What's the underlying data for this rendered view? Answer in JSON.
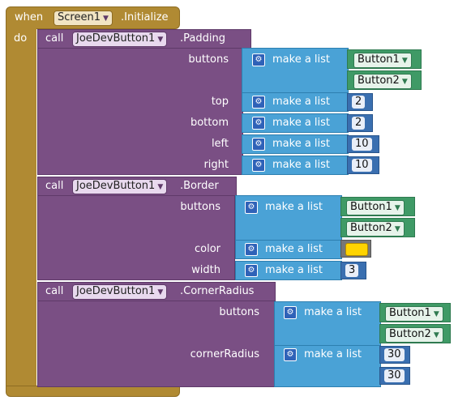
{
  "event": {
    "when_label": "when",
    "component": "Screen1",
    "event_name": ".Initialize",
    "do_label": "do"
  },
  "call_label": "call",
  "calls": [
    {
      "component": "JoeDevButton1",
      "method": ".Padding",
      "params": {
        "buttons": "buttons",
        "top": "top",
        "bottom": "bottom",
        "left": "left",
        "right": "right"
      },
      "values": {
        "button1": "Button1",
        "button2": "Button2",
        "top": "2",
        "bottom": "2",
        "left": "10",
        "right": "10"
      }
    },
    {
      "component": "JoeDevButton1",
      "method": ".Border",
      "params": {
        "buttons": "buttons",
        "color": "color",
        "width": "width"
      },
      "values": {
        "button1": "Button1",
        "button2": "Button2",
        "color": "#ffd400",
        "width": "3"
      }
    },
    {
      "component": "JoeDevButton1",
      "method": ".CornerRadius",
      "params": {
        "buttons": "buttons",
        "cornerRadius": "cornerRadius"
      },
      "values": {
        "button1": "Button1",
        "button2": "Button2",
        "radius1": "30",
        "radius2": "30"
      }
    }
  ],
  "make_list_label": "make a list",
  "icons": {
    "gear": "gear-icon",
    "dropdown": "chevron-down-icon"
  },
  "colors": {
    "event": "#b08a33",
    "procedure": "#7a4f84",
    "list": "#4aa2d6",
    "component": "#3f9a66",
    "number": "#3a6fb0",
    "color_value": "#ffd400"
  }
}
